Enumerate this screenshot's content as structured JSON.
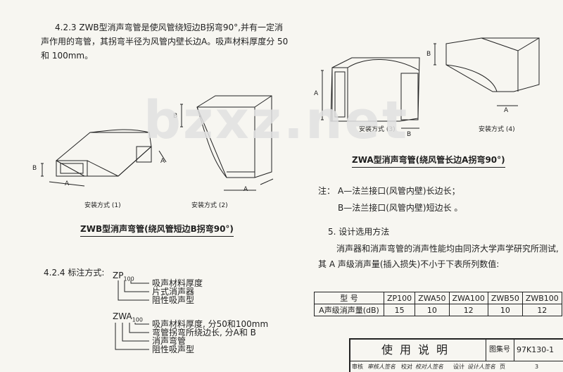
{
  "section_423": {
    "line1": "4.2.3  ZWB型消声弯管是使风管绕短边B拐弯90°,并有一定消",
    "line2": "声作用的弯管，其拐弯半径为风管内壁长边A。吸声材料厚度分 50",
    "line3": "和 100mm。"
  },
  "watermark": "bzxz.net",
  "fig_labels": {
    "install1": "安装方式 (1)",
    "install2": "安装方式 (2)",
    "install3": "安装方式 (3)",
    "install4": "安装方式 (4)",
    "dimA": "A",
    "dimB": "B"
  },
  "captions": {
    "zwb": "ZWB型消声弯管(绕风管短边B拐弯90°)",
    "zwa": "ZWA型消声弯管(绕风管长边A拐弯90°)"
  },
  "notes": {
    "lead": "注：",
    "a": "A—法兰接口(风管内壁)长边长；",
    "b": "B—法兰接口(风管内壁)短边长 。"
  },
  "section_5": {
    "title": "5. 设计选用方法",
    "line1": "消声器和消声弯管的消声性能均由同济大学声学研究所测试,",
    "line2": "其 A 声级消声量(插入损失)不小于下表所列数值:"
  },
  "section_424": {
    "title": "4.2.4  标注方式:",
    "zp_code": "ZP",
    "zp_sub": "100",
    "zp_items": [
      "吸声材料厚度",
      "片式消声器",
      "阻性吸声型"
    ],
    "zwa_code": "ZWA",
    "zwa_sub": "100",
    "zwa_items": [
      "吸声材料厚度, 分50和100mm",
      "弯管拐弯所绕边长, 分A和 B",
      "消声弯管",
      "阻性吸声型"
    ]
  },
  "table": {
    "header": [
      "型    号",
      "ZP100",
      "ZWA50",
      "ZWA100",
      "ZWB50",
      "ZWB100"
    ],
    "row_label": "A声级消声量(dB)",
    "values": [
      "15",
      "10",
      "12",
      "10",
      "12"
    ]
  },
  "title_block": {
    "title": "使用说明",
    "atlas_label": "图集号",
    "atlas_no": "97K130-1",
    "row2": [
      "审核",
      "审核人签名",
      "校对",
      "校对人签名",
      "设计",
      "设计人签名",
      "页",
      "3"
    ]
  }
}
